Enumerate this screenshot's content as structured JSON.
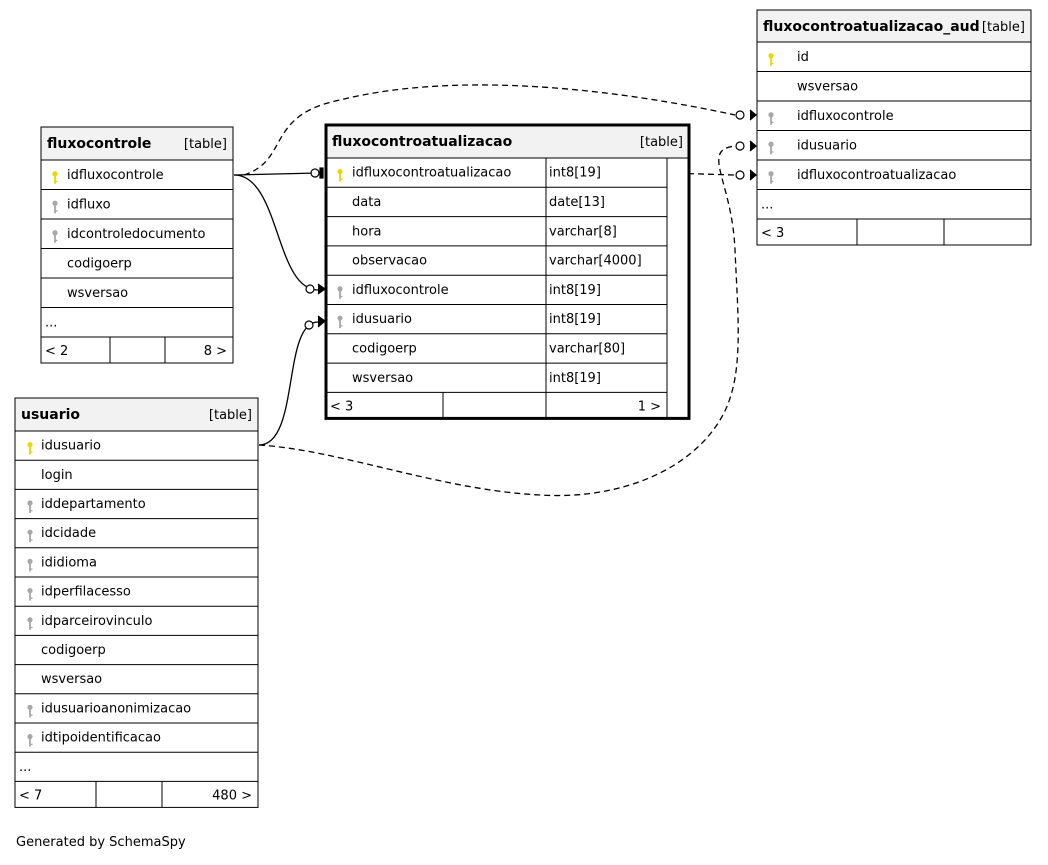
{
  "diagram": {
    "tables": {
      "fluxocontrole": {
        "name": "fluxocontrole",
        "tag": "[table]",
        "columns": [
          {
            "name": "idfluxocontrole",
            "key": "primary"
          },
          {
            "name": "idfluxo",
            "key": "foreign"
          },
          {
            "name": "idcontroledocumento",
            "key": "foreign"
          },
          {
            "name": "codigoerp",
            "key": ""
          },
          {
            "name": "wsversao",
            "key": ""
          }
        ],
        "more": "...",
        "footer": [
          "< 2",
          "",
          "8 >"
        ]
      },
      "usuario": {
        "name": "usuario",
        "tag": "[table]",
        "columns": [
          {
            "name": "idusuario",
            "key": "primary"
          },
          {
            "name": "login",
            "key": ""
          },
          {
            "name": "iddepartamento",
            "key": "foreign"
          },
          {
            "name": "idcidade",
            "key": "foreign"
          },
          {
            "name": "ididioma",
            "key": "foreign"
          },
          {
            "name": "idperfilacesso",
            "key": "foreign"
          },
          {
            "name": "idparceirovinculo",
            "key": "foreign"
          },
          {
            "name": "codigoerp",
            "key": ""
          },
          {
            "name": "wsversao",
            "key": ""
          },
          {
            "name": "idusuarioanonimizacao",
            "key": "foreign"
          },
          {
            "name": "idtipoidentificacao",
            "key": "foreign"
          }
        ],
        "more": "...",
        "footer": [
          "< 7",
          "",
          "480 >"
        ]
      },
      "fluxocontroatualizacao": {
        "name": "fluxocontroatualizacao",
        "tag": "[table]",
        "columns": [
          {
            "name": "idfluxocontroatualizacao",
            "type": "int8[19]",
            "key": "primary"
          },
          {
            "name": "data",
            "type": "date[13]",
            "key": ""
          },
          {
            "name": "hora",
            "type": "varchar[8]",
            "key": ""
          },
          {
            "name": "observacao",
            "type": "varchar[4000]",
            "key": ""
          },
          {
            "name": "idfluxocontrole",
            "type": "int8[19]",
            "key": "foreign"
          },
          {
            "name": "idusuario",
            "type": "int8[19]",
            "key": "foreign"
          },
          {
            "name": "codigoerp",
            "type": "varchar[80]",
            "key": ""
          },
          {
            "name": "wsversao",
            "type": "int8[19]",
            "key": ""
          }
        ],
        "footer": [
          "< 3",
          "",
          "1 >"
        ]
      },
      "fluxocontroatualizacao_aud": {
        "name": "fluxocontroatualizacao_aud",
        "tag": "[table]",
        "columns": [
          {
            "name": "id",
            "key": "primary"
          },
          {
            "name": "wsversao",
            "key": ""
          },
          {
            "name": "idfluxocontrole",
            "key": "foreign"
          },
          {
            "name": "idusuario",
            "key": "foreign"
          },
          {
            "name": "idfluxocontroatualizacao",
            "key": "foreign"
          }
        ],
        "more": "...",
        "footer": [
          "< 3",
          "",
          ""
        ]
      }
    },
    "colors": {
      "primary_key": "#e8d800",
      "foreign_key": "#a8a8a8",
      "header_bg": "#f2f2f2",
      "line": "#000000"
    }
  },
  "footer_text": "Generated by SchemaSpy"
}
